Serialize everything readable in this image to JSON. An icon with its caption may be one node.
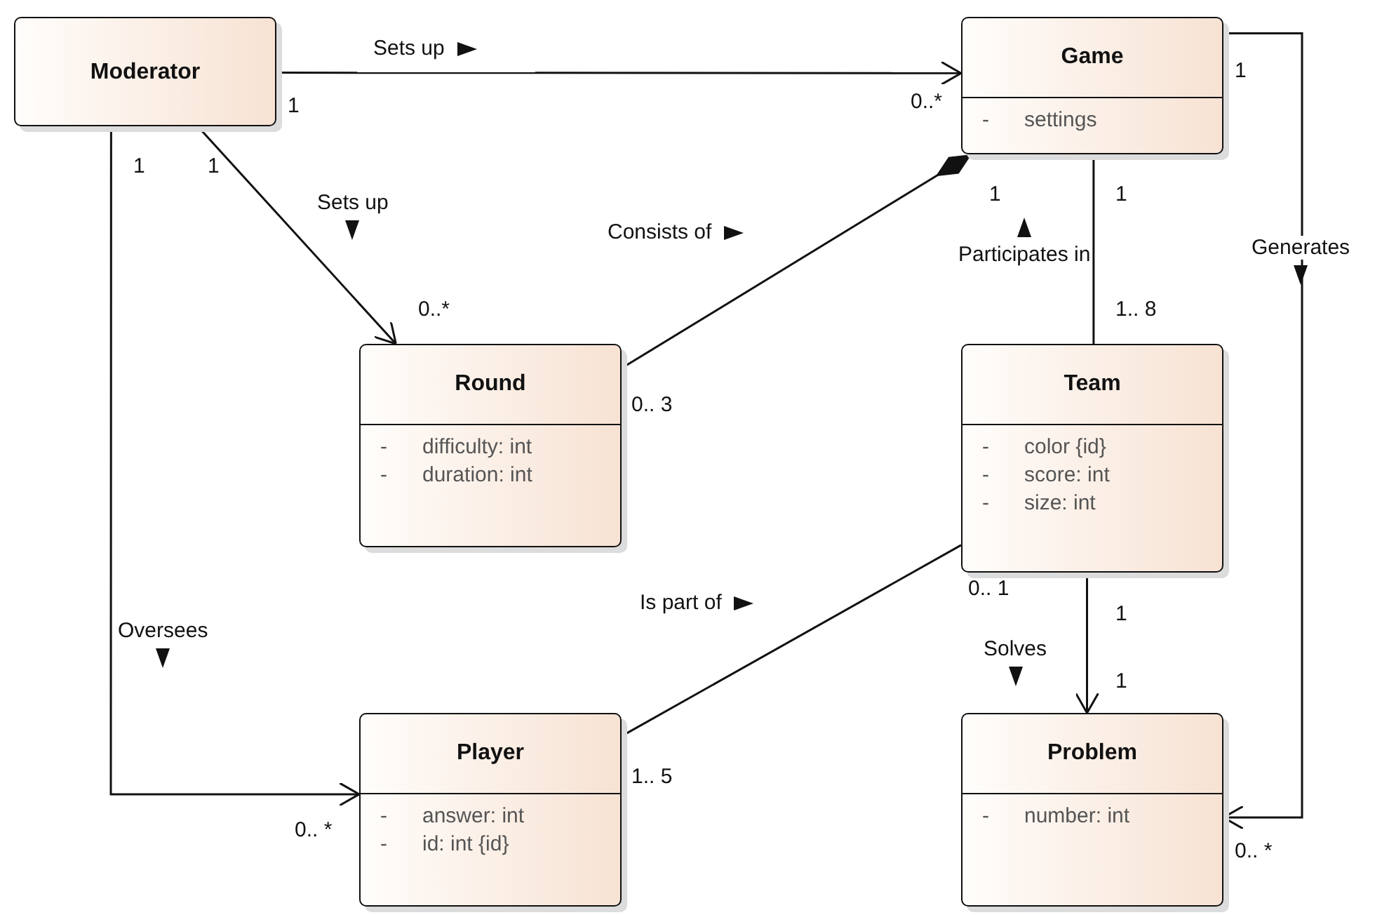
{
  "diagram": {
    "nodes": [
      {
        "text": [
          "Moderator"
        ]
      },
      {
        "text": [
          "Game",
          "- settings"
        ]
      },
      {
        "text": [
          "Round",
          "- difficulty: int",
          "- duration: int"
        ]
      },
      {
        "text": [
          "Team",
          "- color {id}",
          "- score: int",
          "- size: int"
        ]
      },
      {
        "text": [
          "Player",
          "- answer: int",
          "- id: int {id}"
        ]
      },
      {
        "text": [
          "Problem",
          "- number: int"
        ]
      }
    ],
    "edges": [
      {
        "from": 0,
        "to": 1,
        "arrow": "to",
        "label": "Sets up"
      },
      {
        "from": 0,
        "to": 2,
        "arrow": "to",
        "label": "Sets up"
      },
      {
        "from": 0,
        "to": 4,
        "arrow": "to",
        "label": "Oversees"
      },
      {
        "from": 2,
        "to": 1,
        "arrow": "other",
        "label": "Consists of"
      },
      {
        "from": 1,
        "to": 3,
        "arrow": "none",
        "label": "Participates in"
      },
      {
        "from": 1,
        "to": 5,
        "arrow": "to",
        "label": "Generates"
      },
      {
        "from": 4,
        "to": 3,
        "arrow": "none",
        "label": "Is part of"
      },
      {
        "from": 3,
        "to": 5,
        "arrow": "to",
        "label": "Solves"
      }
    ],
    "labels": [
      "1",
      "0..*",
      "1",
      "1",
      "1",
      "0..*",
      "0.. 3",
      "1",
      "1",
      "1.. 8",
      "0.. 1",
      "1",
      "1",
      "1.. 5",
      "0.. *",
      "0.. *"
    ]
  }
}
